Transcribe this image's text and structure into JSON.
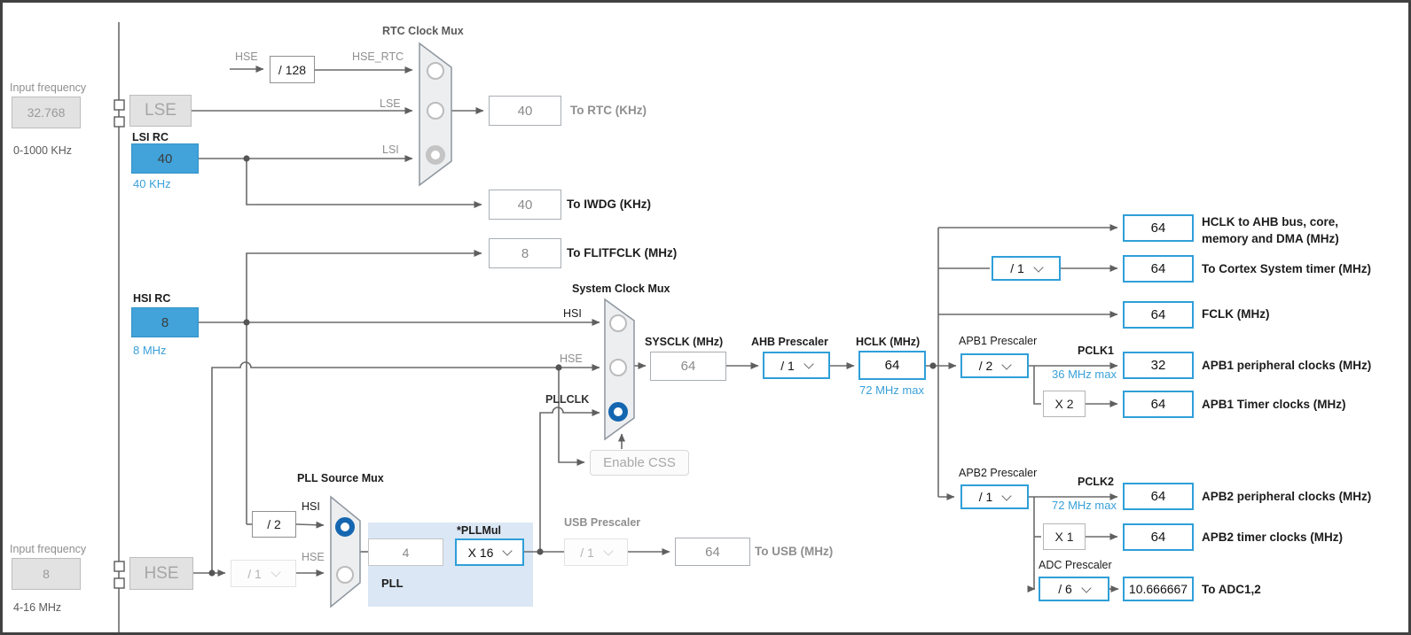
{
  "colors": {
    "accent_border": "#2f9fd8",
    "source_fill": "#41a3da",
    "blue_text": "#3aa0d9",
    "radio_selected": "#1566b0",
    "wire": "#6a6a6a"
  },
  "left_inputs": {
    "top": {
      "label": "Input frequency",
      "value": "32.768",
      "range": "0-1000 KHz"
    },
    "bottom": {
      "label": "Input frequency",
      "value": "8",
      "range": "4-16 MHz"
    }
  },
  "sources": {
    "lse": {
      "value": "LSE"
    },
    "lsi": {
      "label": "LSI RC",
      "value": "40",
      "freq": "40 KHz"
    },
    "hsi": {
      "label": "HSI RC",
      "value": "8",
      "freq": "8 MHz"
    },
    "hse": {
      "value": "HSE"
    }
  },
  "rtc": {
    "title": "RTC Clock Mux",
    "hse_label": "HSE",
    "divider": "/ 128",
    "hse_rtc_label": "HSE_RTC",
    "lse_label": "LSE",
    "lsi_label": "LSI",
    "to_rtc": {
      "value": "40",
      "label": "To RTC (KHz)"
    },
    "to_iwdg": {
      "value": "40",
      "label": "To IWDG (KHz)"
    },
    "to_flitf": {
      "value": "8",
      "label": "To FLITFCLK (MHz)"
    }
  },
  "sysmux": {
    "title": "System Clock Mux",
    "hsi_label": "HSI",
    "hse_label": "HSE",
    "pllclk_label": "PLLCLK",
    "css_button": "Enable CSS"
  },
  "sysclk": {
    "label": "SYSCLK (MHz)",
    "value": "64"
  },
  "ahb": {
    "label": "AHB Prescaler",
    "value": "/ 1"
  },
  "hclk": {
    "label": "HCLK (MHz)",
    "value": "64",
    "max": "72 MHz max"
  },
  "pllmux": {
    "title": "PLL Source Mux",
    "hsi_label": "HSI",
    "hse_label": "HSE",
    "hsi_div": "/ 2",
    "hse_div": "/ 1"
  },
  "pll": {
    "label": "PLL",
    "input_value": "4",
    "mul_label": "*PLLMul",
    "mul_value": "X 16"
  },
  "usb": {
    "label": "USB Prescaler",
    "presc": "/ 1",
    "value": "64",
    "out_label": "To USB (MHz)"
  },
  "hclk_out": {
    "value": "64",
    "label_line1": "HCLK to AHB bus, core,",
    "label_line2": "memory and DMA (MHz)"
  },
  "cortex": {
    "presc": "/ 1",
    "value": "64",
    "label": "To Cortex System timer (MHz)"
  },
  "fclk": {
    "value": "64",
    "label": "FCLK (MHz)"
  },
  "apb1": {
    "label": "APB1 Prescaler",
    "presc": "/ 2",
    "pclk_label": "PCLK1",
    "max": "36 MHz max",
    "periph_value": "32",
    "periph_label": "APB1 peripheral clocks (MHz)",
    "mul": "X 2",
    "timer_value": "64",
    "timer_label": "APB1 Timer clocks (MHz)"
  },
  "apb2": {
    "label": "APB2 Prescaler",
    "presc": "/ 1",
    "pclk_label": "PCLK2",
    "max": "72 MHz max",
    "periph_value": "64",
    "periph_label": "APB2 peripheral clocks (MHz)",
    "mul": "X 1",
    "timer_value": "64",
    "timer_label": "APB2 timer clocks (MHz)"
  },
  "adc": {
    "label": "ADC Prescaler",
    "presc": "/ 6",
    "value": "10.666667",
    "out_label": "To ADC1,2"
  }
}
